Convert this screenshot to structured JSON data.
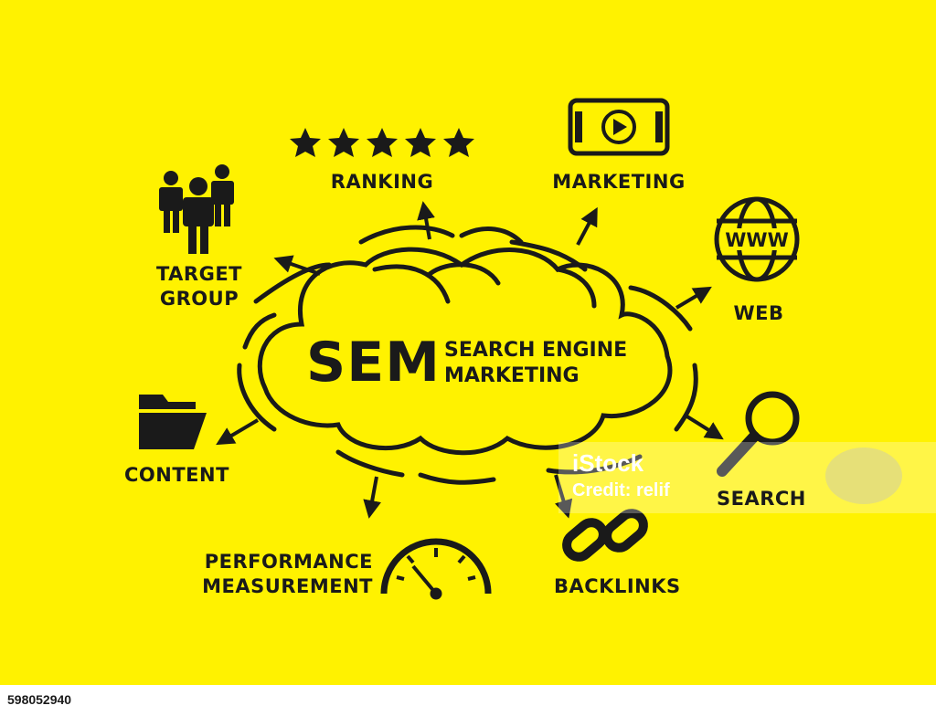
{
  "center": {
    "acronym": "SEM",
    "subtitle_line1": "SEARCH ENGINE",
    "subtitle_line2": "MARKETING"
  },
  "topics": {
    "ranking": "RANKING",
    "marketing": "MARKETING",
    "web": "WEB",
    "search": "SEARCH",
    "backlinks": "BACKLINKS",
    "performance_line1": "PERFORMANCE",
    "performance_line2": "MEASUREMENT",
    "content": "CONTENT",
    "target_line1": "TARGET",
    "target_line2": "GROUP"
  },
  "icons": {
    "ranking": "five-stars-icon",
    "marketing": "tablet-video-icon",
    "web": "globe-www-icon",
    "search": "magnifier-icon",
    "backlinks": "chain-link-icon",
    "performance": "speedometer-icon",
    "content": "folder-icon",
    "target": "people-group-icon"
  },
  "globe_text": "WWW",
  "watermark": {
    "logo": "iStock",
    "credit": "Credit: relif"
  },
  "stock_id": "598052940",
  "colors": {
    "background": "#fff200",
    "ink": "#1a1a1a"
  }
}
